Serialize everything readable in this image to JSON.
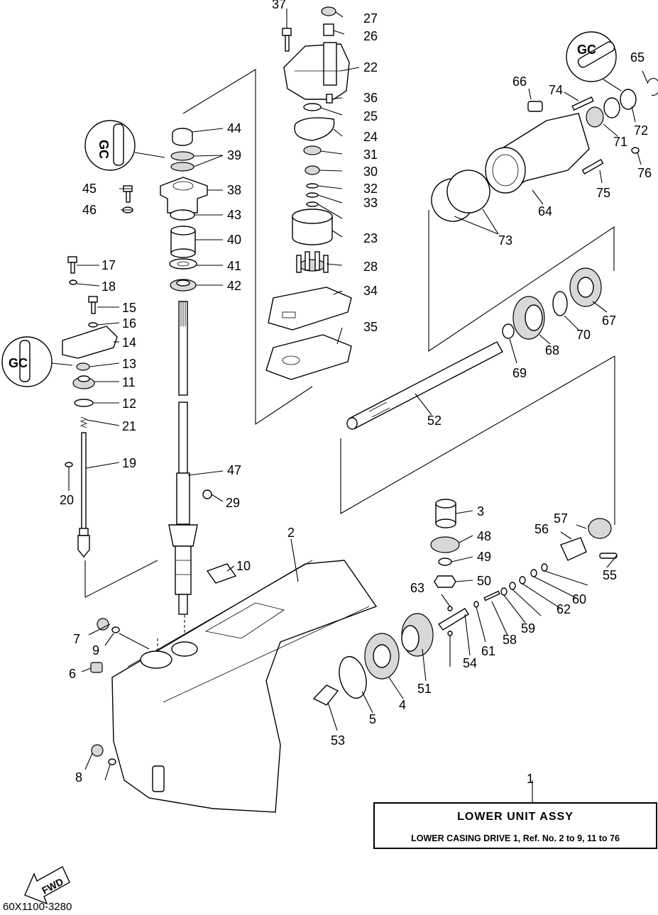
{
  "diagram": {
    "doc_code": "60X1100-3280",
    "fwd_label": "FWD",
    "assembly_box": {
      "title": "LOWER UNIT ASSY",
      "description": "LOWER CASING DRIVE 1, Ref. No. 2 to 9, 11 to 76"
    },
    "grease_marks": [
      "GC",
      "GC",
      "GC"
    ],
    "ref_numbers": [
      "1",
      "2",
      "3",
      "4",
      "5",
      "6",
      "7",
      "8",
      "9",
      "10",
      "11",
      "12",
      "13",
      "14",
      "15",
      "16",
      "17",
      "18",
      "19",
      "20",
      "21",
      "22",
      "23",
      "24",
      "25",
      "26",
      "27",
      "28",
      "29",
      "30",
      "31",
      "32",
      "33",
      "34",
      "35",
      "36",
      "37",
      "38",
      "39",
      "40",
      "41",
      "42",
      "43",
      "44",
      "45",
      "46",
      "47",
      "48",
      "49",
      "50",
      "51",
      "52",
      "53",
      "54",
      "55",
      "56",
      "57",
      "58",
      "59",
      "60",
      "61",
      "62",
      "63",
      "64",
      "65",
      "66",
      "67",
      "68",
      "69",
      "70",
      "71",
      "72",
      "73",
      "74",
      "75",
      "76"
    ]
  }
}
